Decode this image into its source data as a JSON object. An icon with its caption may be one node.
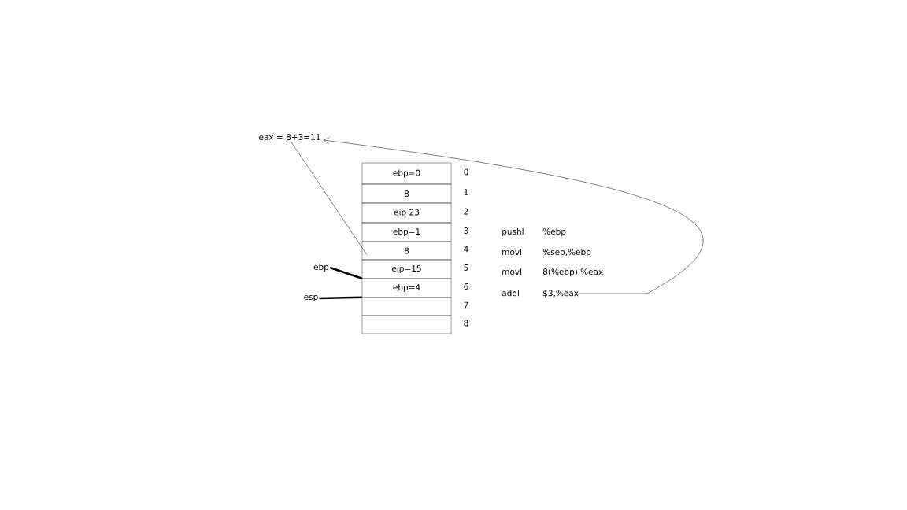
{
  "diagram": {
    "nodes": [
      {
        "text": [
          "eax = 8+3=11"
        ]
      },
      {
        "text": [
          "ebp=0"
        ],
        "beside": [
          "0"
        ]
      },
      {
        "text": [
          "8"
        ],
        "beside": [
          "1"
        ]
      },
      {
        "text": [
          "eip 23"
        ],
        "beside": [
          "2"
        ]
      },
      {
        "text": [
          "ebp=1"
        ],
        "beside": [
          "3"
        ]
      },
      {
        "text": [
          "8"
        ],
        "beside": [
          "4"
        ]
      },
      {
        "text": [
          "eip=15"
        ],
        "beside": [
          "5"
        ]
      },
      {
        "text": [
          "ebp=4"
        ],
        "beside": [
          "6"
        ]
      },
      {
        "text": [],
        "shape": "box",
        "beside": [
          "7"
        ]
      },
      {
        "text": [],
        "shape": "box",
        "beside": [
          "8"
        ]
      },
      {
        "text": [
          "ebp"
        ]
      },
      {
        "text": [
          "esp"
        ]
      },
      {
        "text": [
          "pushl",
          "%ebp"
        ]
      },
      {
        "text": [
          "movl",
          "%sep,%ebp"
        ]
      },
      {
        "text": [
          "movl",
          "8(%ebp),%eax"
        ]
      },
      {
        "text": [
          "addl",
          "$3,%eax"
        ]
      }
    ],
    "edges": [
      {
        "from": 5,
        "to": 0,
        "arrow": "none"
      },
      {
        "from": 15,
        "to": 0,
        "arrow": "to"
      },
      {
        "from": 10,
        "to": 7,
        "arrow": "none",
        "style": "thick"
      },
      {
        "from": 11,
        "to": 8,
        "arrow": "none",
        "style": "thick"
      }
    ]
  }
}
